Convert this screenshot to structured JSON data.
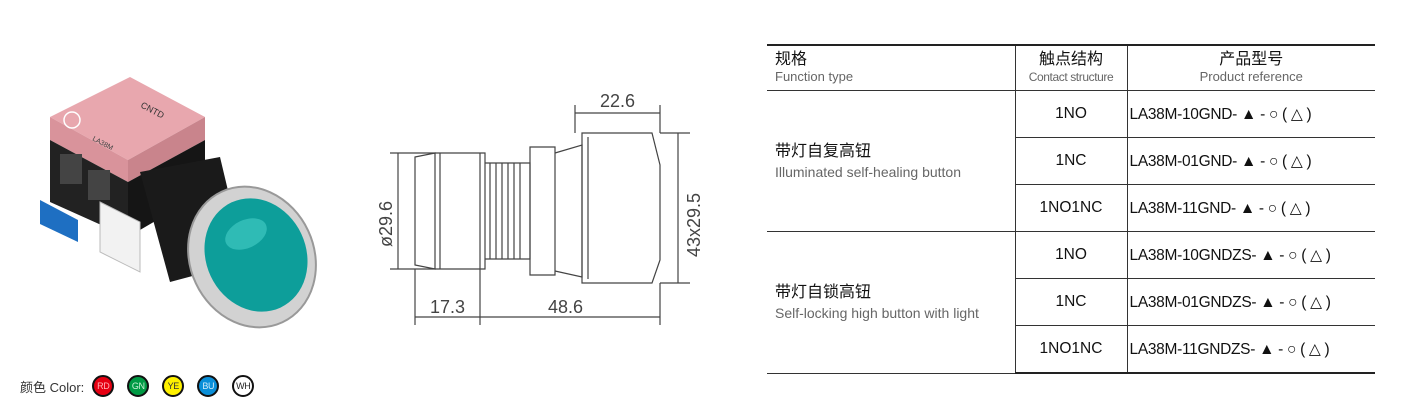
{
  "table": {
    "headers": [
      {
        "zh": "规格",
        "en": "Function type"
      },
      {
        "zh": "触点结构",
        "en": "Contact structure"
      },
      {
        "zh": "产品型号",
        "en": "Product reference"
      }
    ],
    "groups": [
      {
        "zh": "带灯自复高钮",
        "en": "Illuminated self-healing button",
        "rows": [
          {
            "contact": "1NO",
            "ref": "LA38M-10GND- ▲ - ○ ( △ )"
          },
          {
            "contact": "1NC",
            "ref": "LA38M-01GND- ▲ - ○ ( △ )"
          },
          {
            "contact": "1NO1NC",
            "ref": "LA38M-11GND- ▲ - ○ ( △ )"
          }
        ]
      },
      {
        "zh": "带灯自锁高钮",
        "en": "Self-locking high button with light",
        "rows": [
          {
            "contact": "1NO",
            "ref": "LA38M-10GNDZS- ▲ - ○ ( △ )"
          },
          {
            "contact": "1NC",
            "ref": "LA38M-01GNDZS- ▲ - ○ ( △ )"
          },
          {
            "contact": "1NO1NC",
            "ref": "LA38M-11GNDZS- ▲ - ○ ( △ )"
          }
        ]
      }
    ]
  },
  "drawing": {
    "top_width": "22.6",
    "diameter": "ø29.6",
    "height": "43x29.5",
    "head_length": "17.3",
    "body_length": "48.6"
  },
  "color_legend": {
    "label": "颜色 Color:",
    "swatches": [
      {
        "code": "RD",
        "color": "#e60012",
        "text_color": "#ffb3b8"
      },
      {
        "code": "GN",
        "color": "#009a44",
        "text_color": "#c9f0d5"
      },
      {
        "code": "YE",
        "color": "#fff100",
        "text_color": "#333333"
      },
      {
        "code": "BU",
        "color": "#0a8fd8",
        "text_color": "#d3ecfa"
      },
      {
        "code": "WH",
        "color": "#ffffff",
        "text_color": "#222222"
      }
    ]
  },
  "product_photo": {
    "label_brand": "CNTD",
    "label_model": "LA38M",
    "colors": {
      "contact_block": "#e8a0a8",
      "button_lens": "#0aa5a0",
      "bezel": "#c9c9c9",
      "body": "#1d1d1d",
      "terminal": "#1e6fc2"
    }
  }
}
